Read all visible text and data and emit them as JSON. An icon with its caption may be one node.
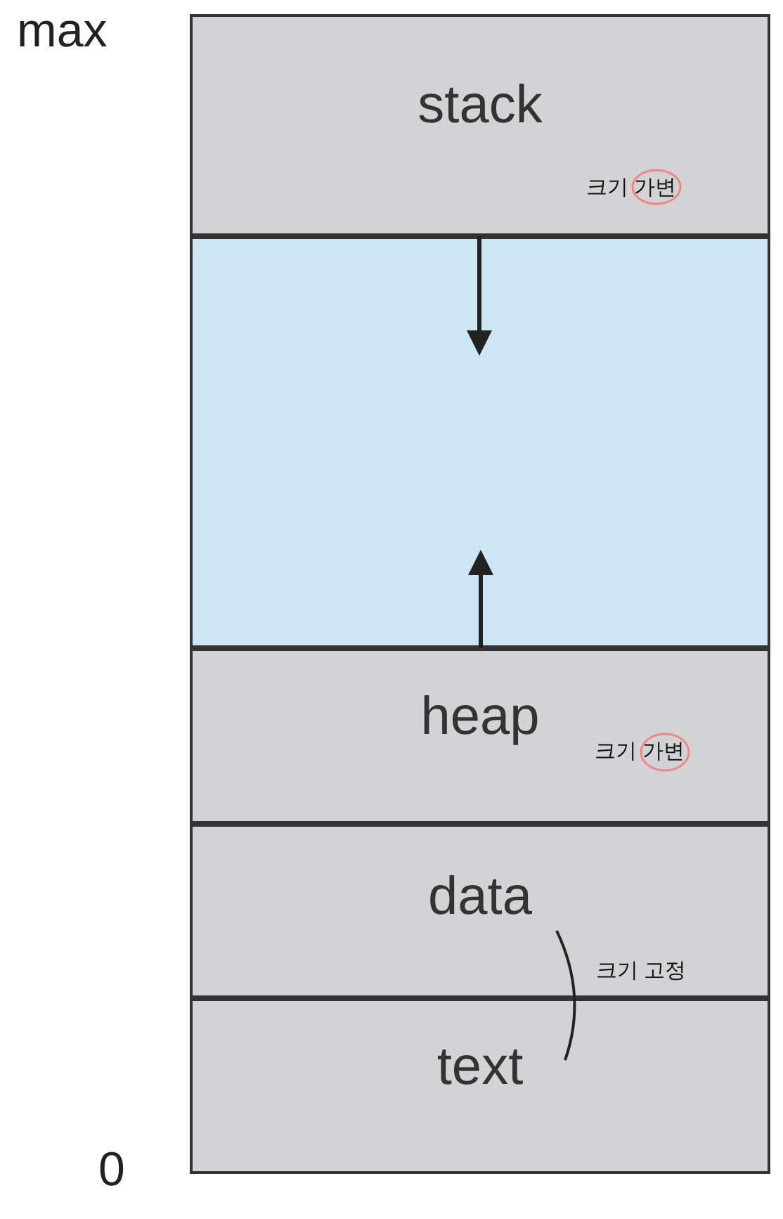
{
  "diagram": {
    "nodes": [
      {
        "text": [
          "stack",
          "크기 가변"
        ]
      },
      {
        "text": [],
        "shape": "box"
      },
      {
        "text": [
          "heap",
          "크기 가변"
        ]
      },
      {
        "text": [
          "data"
        ]
      },
      {
        "text": [
          "text"
        ]
      }
    ],
    "edges": [
      {
        "from": 0,
        "to": 1,
        "arrow": "to"
      },
      {
        "from": 2,
        "to": 1,
        "arrow": "to"
      }
    ],
    "labels": [
      "max",
      "0",
      "크기 고정"
    ]
  }
}
